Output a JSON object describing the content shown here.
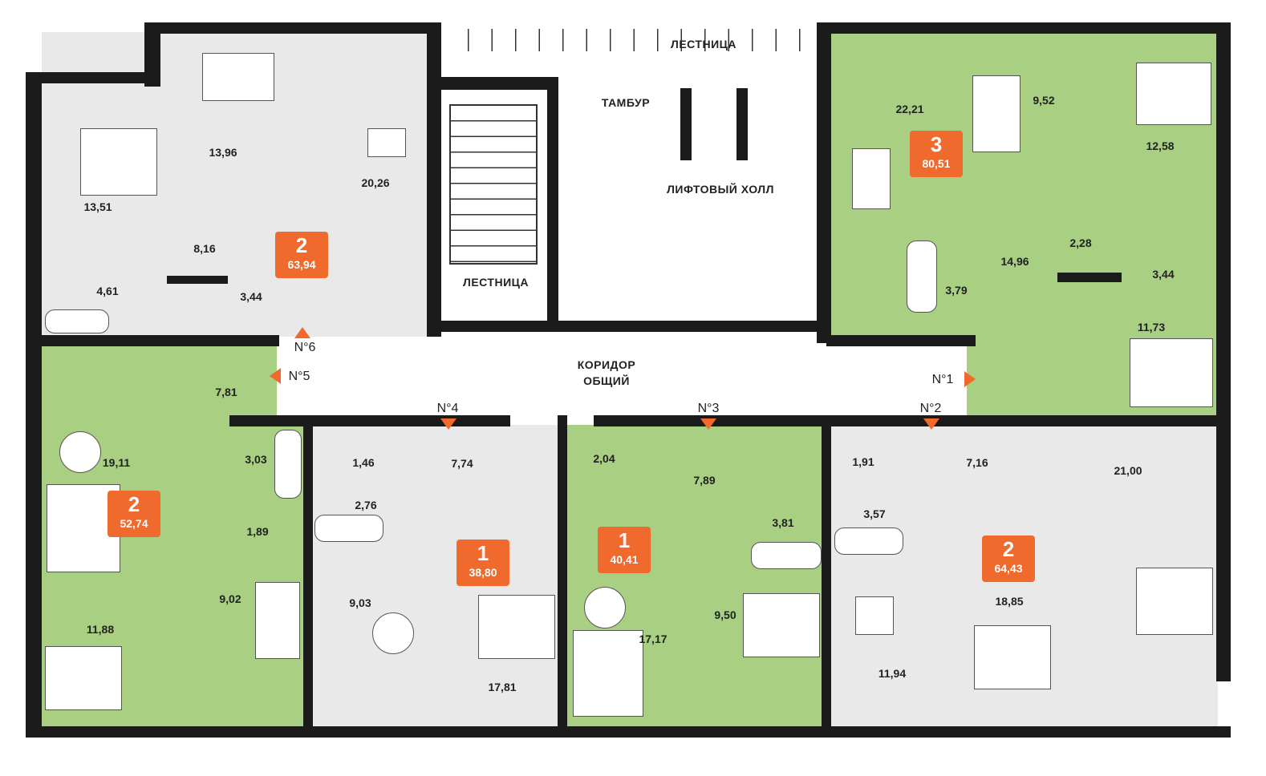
{
  "colors": {
    "accent": "#ef6a2c",
    "green_apartment": "#a8cf82",
    "grey_apartment": "#e9e9e9",
    "wall": "#1b1b1b"
  },
  "common": {
    "stairs_top": "ЛЕСТНИЦА",
    "stairs_left": "ЛЕСТНИЦА",
    "vestibule": "ТАМБУР",
    "elevator_hall": "ЛИФТОВЫЙ ХОЛЛ",
    "corridor_line1": "КОРИДОР",
    "corridor_line2": "ОБЩИЙ"
  },
  "doors": [
    "N°1",
    "N°2",
    "N°3",
    "N°4",
    "N°5",
    "N°6"
  ],
  "apartments": [
    {
      "rooms": "2",
      "total": "63,94"
    },
    {
      "rooms": "3",
      "total": "80,51"
    },
    {
      "rooms": "2",
      "total": "52,74"
    },
    {
      "rooms": "1",
      "total": "38,80"
    },
    {
      "rooms": "1",
      "total": "40,41"
    },
    {
      "rooms": "2",
      "total": "64,43"
    }
  ],
  "areas": [
    "13,96",
    "20,26",
    "13,51",
    "8,16",
    "4,61",
    "3,44",
    "22,21",
    "9,52",
    "12,58",
    "14,96",
    "2,28",
    "3,79",
    "3,44",
    "11,73",
    "7,81",
    "19,11",
    "3,03",
    "1,89",
    "9,02",
    "11,88",
    "1,46",
    "2,76",
    "7,74",
    "9,03",
    "17,81",
    "2,04",
    "7,89",
    "3,81",
    "17,17",
    "9,50",
    "1,91",
    "7,16",
    "21,00",
    "3,57",
    "18,85",
    "11,94"
  ]
}
